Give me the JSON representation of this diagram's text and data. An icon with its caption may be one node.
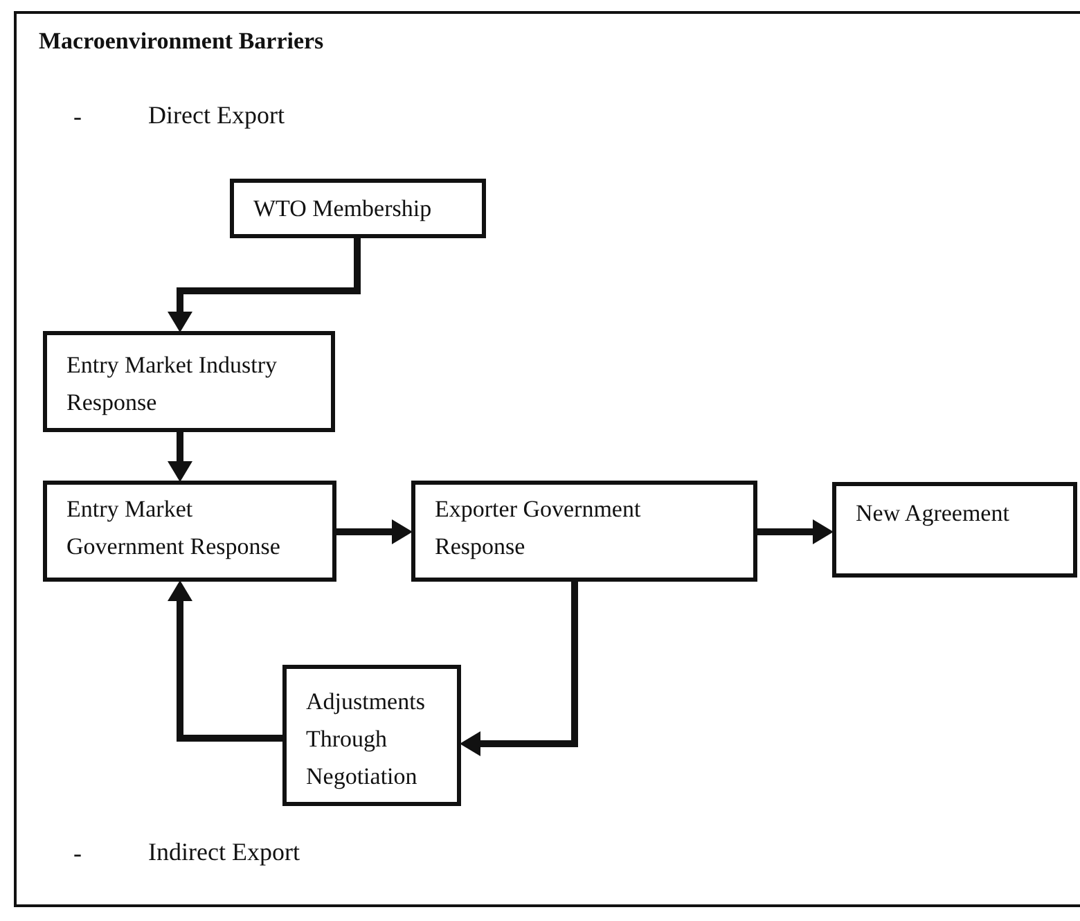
{
  "diagram": {
    "title": "Macroenvironment Barriers",
    "nodes": [
      {
        "text": [
          "WTO Membership"
        ]
      },
      {
        "text": [
          "Entry Market Industry Response"
        ]
      },
      {
        "text": [
          "Entry Market Government Response"
        ]
      },
      {
        "text": [
          "Exporter Government Response"
        ]
      },
      {
        "text": [
          "New Agreement"
        ]
      },
      {
        "text": [
          "Adjustments Through Negotiation"
        ]
      }
    ],
    "edges": [
      {
        "from": 0,
        "to": 1,
        "arrow": "to"
      },
      {
        "from": 1,
        "to": 2,
        "arrow": "to"
      },
      {
        "from": 2,
        "to": 3,
        "arrow": "to"
      },
      {
        "from": 3,
        "to": 4,
        "arrow": "to"
      },
      {
        "from": 3,
        "to": 5,
        "arrow": "to"
      },
      {
        "from": 5,
        "to": 2,
        "arrow": "to"
      }
    ],
    "labels": [
      "-",
      "Direct Export",
      "-",
      "Indirect Export"
    ]
  }
}
